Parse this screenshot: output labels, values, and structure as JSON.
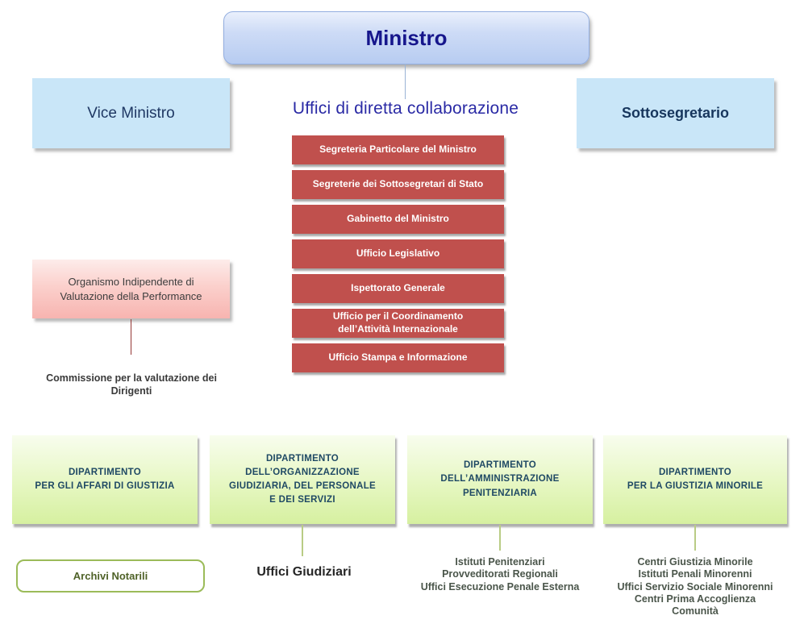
{
  "palette": {
    "ministro_gradient_top": "#EAF0FC",
    "ministro_gradient_bottom": "#B7CCF1",
    "ministro_border": "#93AEE0",
    "deputy_bg": "#C9E6F8",
    "navy_text": "#1F3864",
    "heading_blue": "#2A2AA5",
    "office_red": "#C0504D",
    "pink_gradient_top": "#FDECEA",
    "pink_gradient_bottom": "#F7B4B0",
    "dept_gradient_top": "#F8FDEE",
    "dept_gradient_bottom": "#D6F0A0",
    "dept_text": "#1F4964",
    "green_border": "#9BBB59",
    "connector_green": "#B9CC85",
    "connector_red": "#953735",
    "connector_blue": "#9AB3D5"
  },
  "ministro": {
    "label": "Ministro"
  },
  "deputies": {
    "vice_label": "Vice Ministro",
    "sottosegretario_label": "Sottosegretario"
  },
  "direct_offices": {
    "heading": "Uffici di diretta collaborazione",
    "items": [
      "Segreteria Particolare del Ministro",
      "Segreterie dei Sottosegretari di Stato",
      "Gabinetto del Ministro",
      "Ufficio Legislativo",
      "Ispettorato  Generale",
      "Ufficio per il Coordinamento\ndell’Attività Internazionale",
      "Ufficio Stampa e Informazione"
    ]
  },
  "oiv": {
    "box_label": "Organismo Indipendente di\nValutazione della Performance",
    "commission_label": "Commissione per la valutazione dei\nDirigenti"
  },
  "departments": [
    {
      "name": "DIPARTIMENTO\nPER GLI AFFARI DI GIUSTIZIA"
    },
    {
      "name": "DIPARTIMENTO\nDELL’ORGANIZZAZIONE\nGIUDIZIARIA, DEL PERSONALE\nE DEI SERVIZI"
    },
    {
      "name": "DIPARTIMENTO\nDELL’AMMINISTRAZIONE\nPENITENZIARIA"
    },
    {
      "name": "DIPARTIMENTO\nPER LA GIUSTIZIA MINORILE"
    }
  ],
  "subordinates": {
    "archivi_label": "Archivi Notarili",
    "uffici_giudiziari_label": "Uffici Giudiziari",
    "dap_list": [
      "Istituti Penitenziari",
      "Provveditorati Regionali",
      "Uffici Esecuzione Penale Esterna"
    ],
    "dgm_list": [
      "Centri Giustizia Minorile",
      "Istituti Penali Minorenni",
      "Uffici Servizio Sociale Minorenni",
      "Centri Prima Accoglienza",
      "Comunità"
    ]
  }
}
